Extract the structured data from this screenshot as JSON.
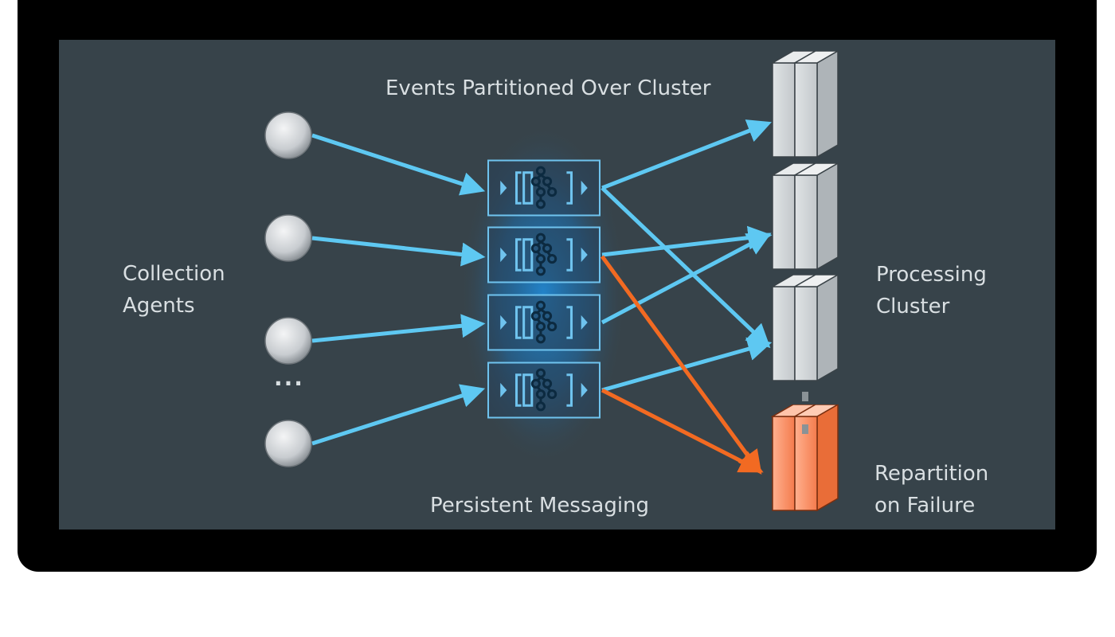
{
  "labels": {
    "top": "Events Partitioned Over Cluster",
    "bottom": "Persistent Messaging",
    "agents_line1": "Collection",
    "agents_line2": "Agents",
    "cluster_line1": "Processing",
    "cluster_line2": "Cluster",
    "failure_line1": "Repartition",
    "failure_line2": "on Failure",
    "ellipsis": "···"
  },
  "colors": {
    "background": "#37434a",
    "frame": "#000000",
    "flow_arrow": "#5ec8f2",
    "failure_arrow": "#f26a22",
    "node_fill": "#c9cdd0",
    "queue_glow": "#2f8fd6",
    "failed_node": "#f47b4d"
  },
  "icons": {
    "agent": "circle-node-icon",
    "queue": "message-queue-icon",
    "server": "server-rack-icon"
  },
  "structure": {
    "agents": 4,
    "partitions": 4,
    "processing_nodes": 3,
    "failed_nodes": 1
  }
}
